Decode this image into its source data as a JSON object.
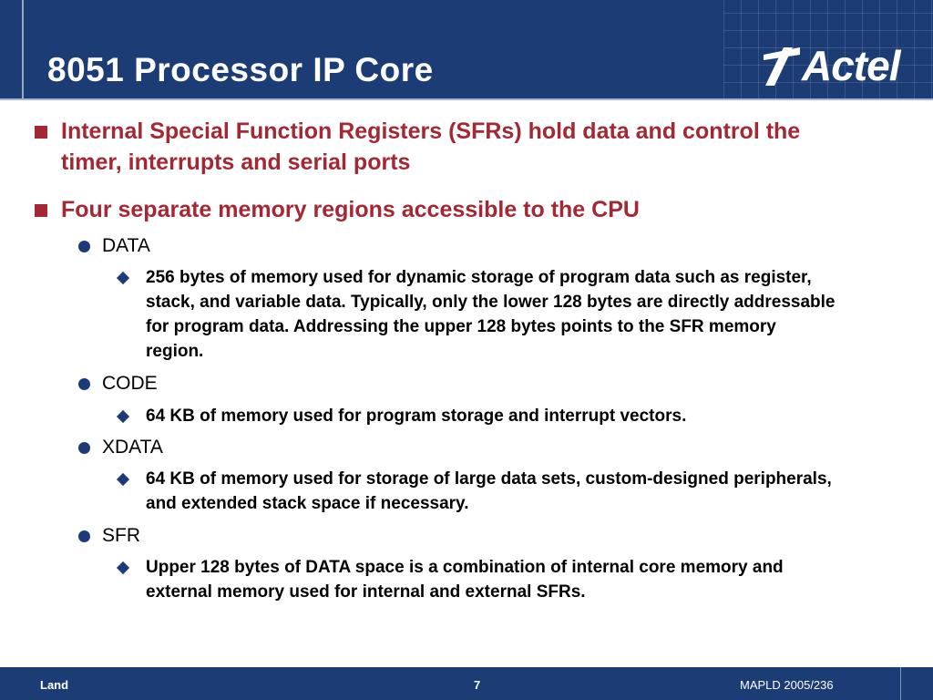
{
  "slide": {
    "title": "8051 Processor IP Core",
    "logo_text": "Actel"
  },
  "bullets": [
    {
      "text": "Internal Special Function Registers (SFRs) hold data and control the timer, interrupts and serial ports"
    },
    {
      "text": "Four separate memory regions accessible to the CPU",
      "regions": [
        {
          "name": "DATA",
          "detail": "256 bytes of memory used for dynamic storage of program data such as register, stack, and variable data.  Typically, only the lower 128 bytes are directly addressable for program data.  Addressing the upper 128 bytes points to the SFR memory region."
        },
        {
          "name": "CODE",
          "detail": "64 KB of memory used for program storage and interrupt vectors."
        },
        {
          "name": "XDATA",
          "detail": "64 KB of memory used for storage of large data sets, custom-designed peripherals, and extended stack space if necessary."
        },
        {
          "name": "SFR",
          "detail": "Upper 128 bytes of DATA space is a combination of internal core memory and external memory used for internal and external SFRs."
        }
      ]
    }
  ],
  "footer": {
    "left": "Land",
    "page": "7",
    "right": "MAPLD 2005/236"
  },
  "colors": {
    "header_bg": "#1b3c74",
    "heading_text": "#a42833",
    "bullet_blue": "#1c3a7a"
  }
}
